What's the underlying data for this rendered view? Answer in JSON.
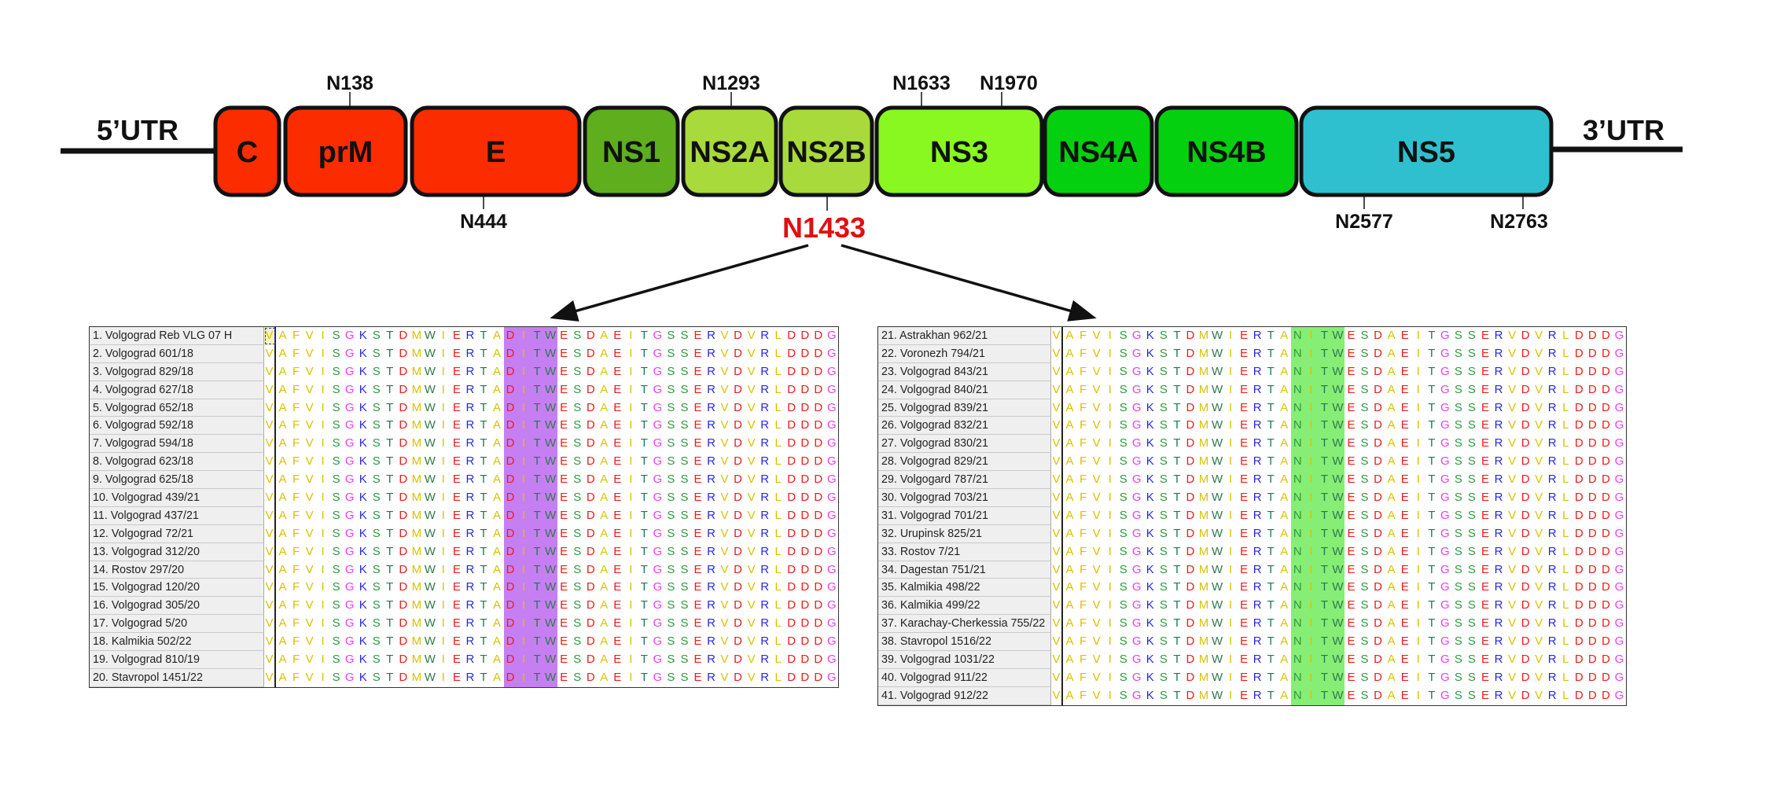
{
  "genome": {
    "utr5_label": "5’UTR",
    "utr3_label": "3’UTR",
    "genes": [
      {
        "id": "C",
        "label": "C",
        "color": "#fb2c00"
      },
      {
        "id": "prM",
        "label": "prM",
        "color": "#fb2c00"
      },
      {
        "id": "E",
        "label": "E",
        "color": "#fb2c00"
      },
      {
        "id": "NS1",
        "label": "NS1",
        "color": "#5eae1e"
      },
      {
        "id": "NS2A",
        "label": "NS2A",
        "color": "#a9da3b"
      },
      {
        "id": "NS2B",
        "label": "NS2B",
        "color": "#a9da3b"
      },
      {
        "id": "NS3",
        "label": "NS3",
        "color": "#88f820"
      },
      {
        "id": "NS4A",
        "label": "NS4A",
        "color": "#04d010"
      },
      {
        "id": "NS4B",
        "label": "NS4B",
        "color": "#04d010"
      },
      {
        "id": "NS5",
        "label": "NS5",
        "color": "#2fc0d0"
      }
    ],
    "glycosylation_sites": [
      {
        "label": "N138",
        "gene": "prM",
        "side": "top",
        "highlighted": false
      },
      {
        "label": "N444",
        "gene": "E",
        "side": "bottom",
        "highlighted": false
      },
      {
        "label": "N1293",
        "gene": "NS2A",
        "side": "top",
        "highlighted": false
      },
      {
        "label": "N1433",
        "gene": "NS2B",
        "side": "bottom",
        "highlighted": true,
        "color": "#e01010"
      },
      {
        "label": "N1633",
        "gene": "NS3",
        "side": "top",
        "highlighted": false
      },
      {
        "label": "N1970",
        "gene": "NS3",
        "side": "top",
        "highlighted": false
      },
      {
        "label": "N2577",
        "gene": "NS5",
        "side": "bottom",
        "highlighted": false
      },
      {
        "label": "N2763",
        "gene": "NS5",
        "side": "bottom",
        "highlighted": false
      }
    ]
  },
  "residue_colors": {
    "A": "#d8c300",
    "V": "#d8c300",
    "F": "#d8c300",
    "I": "#d8c300",
    "L": "#d8c300",
    "M": "#d8c300",
    "W": "#2f7a4a",
    "S": "#2e9a3e",
    "T": "#1f7a55",
    "N": "#2e9a3e",
    "G": "#f03cf0",
    "K": "#2828e6",
    "R": "#2828e6",
    "D": "#ef1c1c",
    "E": "#ef1c1c"
  },
  "alignments": [
    {
      "id": "left",
      "highlight_color": "#c67ff2",
      "highlight_columns": [
        18,
        19,
        20,
        21
      ],
      "sequence": "VAFVISGKSTDMWIERTADITWESDAEITGSSERVDVRLDDDG",
      "rows": [
        "1. Volgograd Reb VLG 07 H",
        "2. Volgograd 601/18",
        "3. Volgograd 829/18",
        "4. Volgograd 627/18",
        "5. Volgograd 652/18",
        "6. Volgograd 592/18",
        "7. Volgograd 594/18",
        "8. Volgograd 623/18",
        "9. Volgograd 625/18",
        "10. Volgograd 439/21",
        "11. Volgograd 437/21",
        "12. Volgograd 72/21",
        "13. Volgograd 312/20",
        "14. Rostov 297/20",
        "15. Volgograd 120/20",
        "16. Volgograd 305/20",
        "17. Volgograd 5/20",
        "18. Kalmikia 502/22",
        "19. Volgograd 810/19",
        "20. Stavropol 1451/22"
      ]
    },
    {
      "id": "right",
      "highlight_color": "#86ee74",
      "highlight_columns": [
        18,
        19,
        20,
        21
      ],
      "sequence": "VAFVISGKSTDMWIERTANITWESDAEITGSSERVDVRLDDDG",
      "rows": [
        "21. Astrakhan 962/21",
        "22. Voronezh 794/21",
        "23. Volgograd 843/21",
        "24. Volgograd 840/21",
        "25. Volgograd 839/21",
        "26. Volgograd 832/21",
        "27. Volgograd 830/21",
        "28. Volgograd 829/21",
        "29. Volgogard 787/21",
        "30. Volgograd 703/21",
        "31. Volgograd 701/21",
        "32. Urupinsk 825/21",
        "33. Rostov 7/21",
        "34. Dagestan 751/21",
        "35. Kalmikia 498/22",
        "36. Kalmikia 499/22",
        "37. Karachay-Cherkessia 755/22",
        "38. Stavropol 1516/22",
        "39. Volgograd 1031/22",
        "40. Volgograd 911/22",
        "41. Volgograd 912/22"
      ]
    }
  ]
}
